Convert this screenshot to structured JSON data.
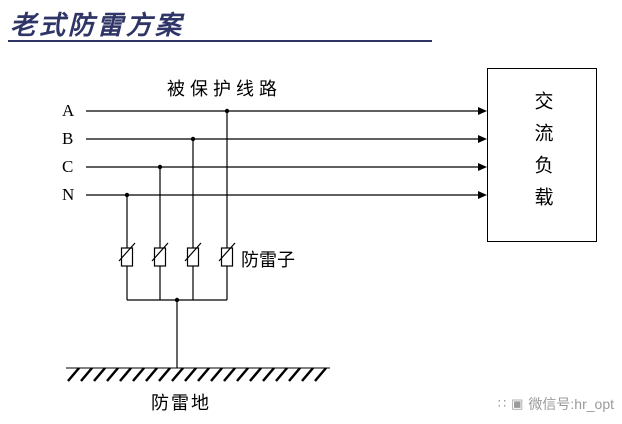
{
  "title": "老式防雷方案",
  "diagram": {
    "protected_line_label": "被保护线路",
    "phases": [
      "A",
      "B",
      "C",
      "N"
    ],
    "load_label": "交流负载",
    "arrester_label": "防雷子",
    "ground_label": "防雷地"
  },
  "watermark": {
    "icon_glyph": "∷",
    "badge_glyph": "▣",
    "text": "微信号:hr_opt"
  },
  "colors": {
    "title": "#2f3566",
    "line": "#000000",
    "watermark": "#9a9a9a",
    "background": "#ffffff"
  }
}
